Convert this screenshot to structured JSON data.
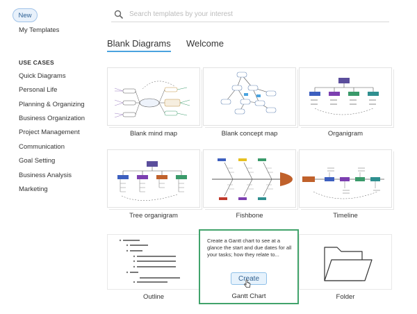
{
  "sidebar": {
    "new_label": "New",
    "my_templates": "My Templates",
    "use_cases_heading": "USE CASES",
    "items": [
      {
        "label": "Quick Diagrams"
      },
      {
        "label": "Personal Life"
      },
      {
        "label": "Planning & Organizing"
      },
      {
        "label": "Business Organization"
      },
      {
        "label": "Project Management"
      },
      {
        "label": "Communication"
      },
      {
        "label": "Goal Setting"
      },
      {
        "label": "Business Analysis"
      },
      {
        "label": "Marketing"
      }
    ]
  },
  "search": {
    "placeholder": "Search templates by your interest",
    "icon": "search-icon"
  },
  "tabs": [
    {
      "label": "Blank Diagrams",
      "active": true
    },
    {
      "label": "Welcome",
      "active": false
    }
  ],
  "accent_color": "#4aa3df",
  "selected_color": "#41a36b",
  "templates": [
    {
      "label": "Blank mind map"
    },
    {
      "label": "Blank concept map"
    },
    {
      "label": "Organigram"
    },
    {
      "label": "Tree organigram"
    },
    {
      "label": "Fishbone"
    },
    {
      "label": "Timeline"
    },
    {
      "label": "Outline"
    },
    {
      "label": "Gantt Chart"
    },
    {
      "label": "Folder"
    }
  ],
  "gantt_card": {
    "description": "Create a Gantt chart to see at a glance the start and due dates for all your tasks; how they relate to...",
    "create_label": "Create"
  }
}
